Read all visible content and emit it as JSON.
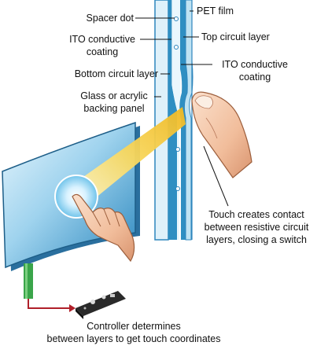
{
  "labels": {
    "spacer_dot": "Spacer dot",
    "ito_left_1": "ITO conductive",
    "ito_left_2": "coating",
    "bottom_layer": "Bottom circuit layer",
    "backing_1": "Glass or acrylic",
    "backing_2": "backing panel",
    "pet_film": "PET film",
    "top_layer": "Top circuit layer",
    "ito_right_1": "ITO conductive",
    "ito_right_2": "coating",
    "touch_1": "Touch creates contact",
    "touch_2": "between resistive circuit",
    "touch_3": "layers, closing a switch",
    "controller_1": "Controller determines",
    "controller_2": "between layers to get touch coordinates"
  },
  "colors": {
    "panel_blue": "#2f8fc2",
    "panel_light": "#bfe3f3",
    "cable_green": "#3aa54a",
    "arrow_red": "#b0202a",
    "beam_yellow": "#f3c52a",
    "skin": "#f3c2a2"
  },
  "icons": [
    "finger-illustration",
    "hand-pointer-illustration",
    "controller-board-illustration",
    "monitor-illustration"
  ]
}
